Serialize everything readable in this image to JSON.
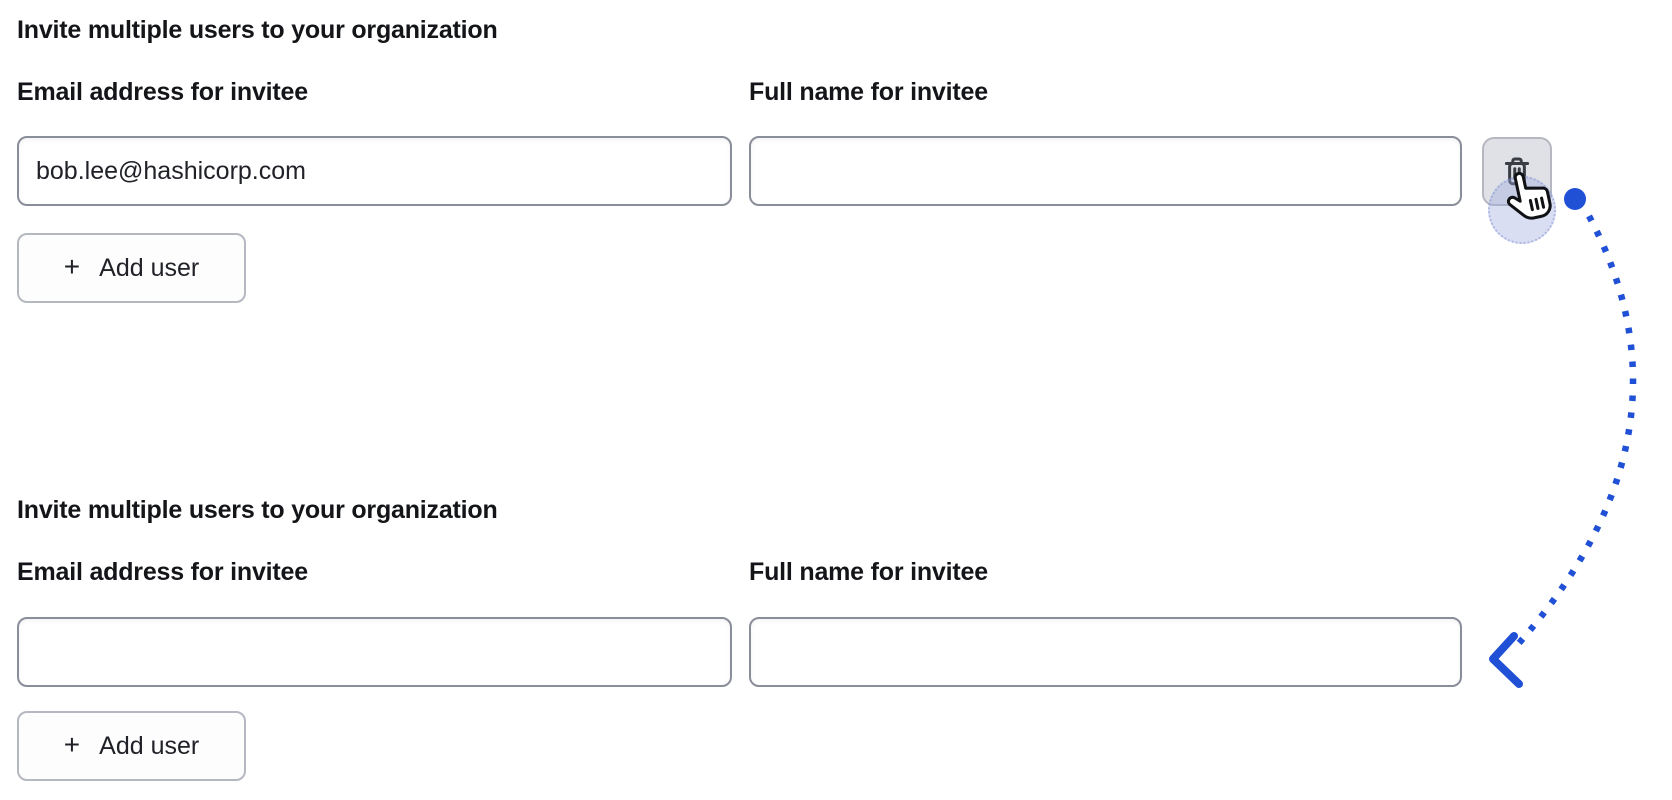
{
  "annotation": {
    "arrow_color": "#2050D6",
    "halo_color": "rgba(156,168,224,0.38)",
    "icons": {
      "delete": "trash-icon",
      "add": "plus-icon",
      "cursor": "hand-pointer-icon"
    }
  },
  "sections": [
    {
      "heading": "Invite multiple users to your organization",
      "fields": [
        {
          "label": "Email address for invitee",
          "value": "bob.lee@hashicorp.com"
        },
        {
          "label": "Full name for invitee",
          "value": ""
        }
      ],
      "add_user": {
        "plus": "+",
        "label": "Add user"
      }
    },
    {
      "heading": "Invite multiple users to your organization",
      "fields": [
        {
          "label": "Email address for invitee",
          "value": ""
        },
        {
          "label": "Full name for invitee",
          "value": ""
        }
      ],
      "add_user": {
        "plus": "+",
        "label": "Add user"
      }
    }
  ]
}
